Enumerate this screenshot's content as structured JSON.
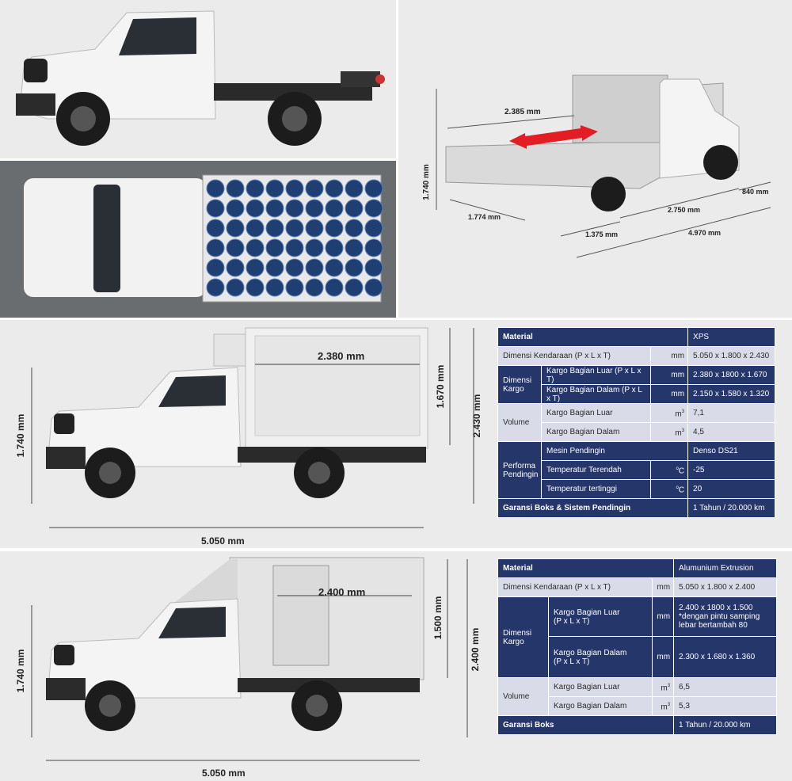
{
  "pickup": {
    "dims": {
      "height": "1.740 mm",
      "bed_length": "2.385 mm",
      "bed_width": "1.774 mm",
      "wheelbase": "2.750 mm",
      "front_overhang": "840 mm",
      "rear_overhang": "1.375 mm",
      "total_length": "4.970 mm"
    }
  },
  "freezer": {
    "dims": {
      "box_length": "2.380 mm",
      "box_height": "1.670 mm",
      "total_height": "2.430 mm",
      "cab_height": "1.740 mm",
      "total_length": "5.050 mm"
    },
    "table": {
      "material_label": "Material",
      "material_value": "XPS",
      "vehicle_dim_label": "Dimensi Kendaraan (P x L x T)",
      "vehicle_dim_unit": "mm",
      "vehicle_dim_value": "5.050 x 1.800 x 2.430",
      "cargo_group": "Dimensi Kargo",
      "cargo_outer_label": "Kargo Bagian Luar (P x L x T)",
      "cargo_outer_unit": "mm",
      "cargo_outer_value": "2.380 x 1800 x 1.670",
      "cargo_inner_label": "Kargo Bagian Dalam (P x L x T)",
      "cargo_inner_unit": "mm",
      "cargo_inner_value": "2.150 x 1.580 x 1.320",
      "volume_group": "Volume",
      "vol_outer_label": "Kargo Bagian Luar",
      "vol_unit": "m",
      "vol_outer_value": "7,1",
      "vol_inner_label": "Kargo Bagian Dalam",
      "vol_inner_value": "4,5",
      "perf_group": "Performa Pendingin",
      "engine_label": "Mesin Pendingin",
      "engine_value": "Denso DS21",
      "temp_low_label": "Temperatur Terendah",
      "temp_unit": "C",
      "temp_low_value": "-25",
      "temp_high_label": "Temperatur tertinggi",
      "temp_high_value": "20",
      "warranty_label": "Garansi Boks & Sistem Pendingin",
      "warranty_value": "1 Tahun / 20.000 km"
    }
  },
  "boxcar": {
    "dims": {
      "box_length": "2.400 mm",
      "box_height": "1.500 mm",
      "total_height": "2.400 mm",
      "cab_height": "1.740 mm",
      "total_length": "5.050 mm"
    },
    "table": {
      "material_label": "Material",
      "material_value": "Alumunium Extrusion",
      "vehicle_dim_label": "Dimensi Kendaraan (P x L x T)",
      "vehicle_dim_unit": "mm",
      "vehicle_dim_value": "5.050 x 1.800 x 2.400",
      "cargo_group": "Dimensi Kargo",
      "cargo_outer_label_1": "Kargo Bagian Luar",
      "cargo_outer_label_2": "(P x L x T)",
      "cargo_outer_unit": "mm",
      "cargo_outer_value_1": "2.400 x 1800 x 1.500",
      "cargo_outer_value_2": "*dengan pintu samping",
      "cargo_outer_value_3": "lebar bertambah 80",
      "cargo_inner_label_1": "Kargo Bagian Dalam",
      "cargo_inner_label_2": "(P x L x T)",
      "cargo_inner_unit": "mm",
      "cargo_inner_value": "2.300 x 1.680 x 1.360",
      "volume_group": "Volume",
      "vol_outer_label": "Kargo Bagian Luar",
      "vol_unit": "m",
      "vol_outer_value": "6,5",
      "vol_inner_label": "Kargo Bagian Dalam",
      "vol_inner_value": "5,3",
      "warranty_label": "Garansi Boks",
      "warranty_value": "1 Tahun / 20.000 km"
    }
  }
}
